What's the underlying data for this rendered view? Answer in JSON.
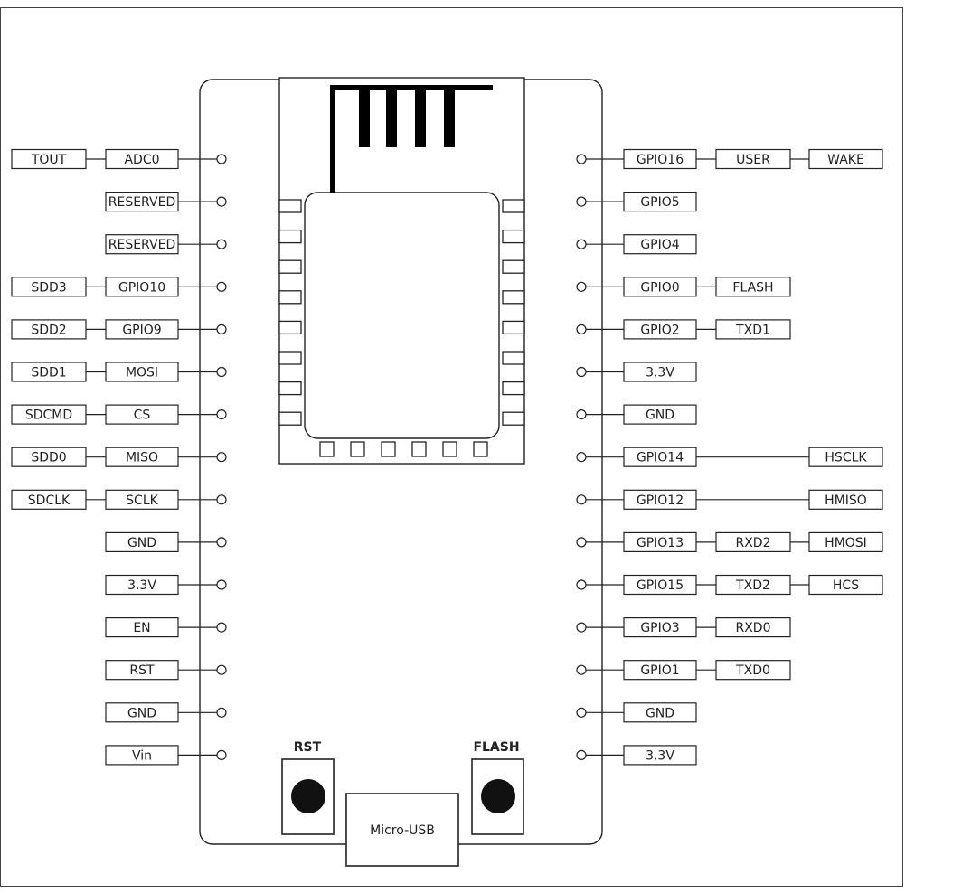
{
  "left_pins": [
    {
      "labels": [
        "ADC0",
        "TOUT"
      ]
    },
    {
      "labels": [
        "RESERVED"
      ]
    },
    {
      "labels": [
        "RESERVED"
      ]
    },
    {
      "labels": [
        "GPIO10",
        "SDD3"
      ]
    },
    {
      "labels": [
        "GPIO9",
        "SDD2"
      ]
    },
    {
      "labels": [
        "MOSI",
        "SDD1"
      ]
    },
    {
      "labels": [
        "CS",
        "SDCMD"
      ]
    },
    {
      "labels": [
        "MISO",
        "SDD0"
      ]
    },
    {
      "labels": [
        "SCLK",
        "SDCLK"
      ]
    },
    {
      "labels": [
        "GND"
      ]
    },
    {
      "labels": [
        "3.3V"
      ]
    },
    {
      "labels": [
        "EN"
      ]
    },
    {
      "labels": [
        "RST"
      ]
    },
    {
      "labels": [
        "GND"
      ]
    },
    {
      "labels": [
        "Vin"
      ]
    }
  ],
  "right_pins": [
    {
      "labels": [
        "GPIO16",
        "USER",
        "WAKE"
      ]
    },
    {
      "labels": [
        "GPIO5"
      ]
    },
    {
      "labels": [
        "GPIO4"
      ]
    },
    {
      "labels": [
        "GPIO0",
        "FLASH"
      ]
    },
    {
      "labels": [
        "GPIO2",
        "TXD1"
      ]
    },
    {
      "labels": [
        "3.3V"
      ]
    },
    {
      "labels": [
        "GND"
      ]
    },
    {
      "labels": [
        "GPIO14",
        "",
        "HSCLK"
      ]
    },
    {
      "labels": [
        "GPIO12",
        "",
        "HMISO"
      ]
    },
    {
      "labels": [
        "GPIO13",
        "RXD2",
        "HMOSI"
      ]
    },
    {
      "labels": [
        "GPIO15",
        "TXD2",
        "HCS"
      ]
    },
    {
      "labels": [
        "GPIO3",
        "RXD0"
      ]
    },
    {
      "labels": [
        "GPIO1",
        "TXD0"
      ]
    },
    {
      "labels": [
        "GND"
      ]
    },
    {
      "labels": [
        "3.3V"
      ]
    }
  ],
  "buttons": {
    "rst_label": "RST",
    "flash_label": "FLASH"
  },
  "usb_label": "Micro-USB"
}
